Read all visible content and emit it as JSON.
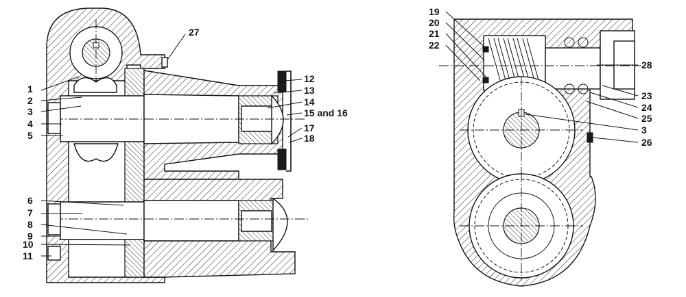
{
  "diagram": {
    "left_view": {
      "callouts": [
        "1",
        "2",
        "3",
        "4",
        "5",
        "6",
        "7",
        "8",
        "9",
        "10",
        "11",
        "12",
        "13",
        "14",
        "15 and 16",
        "17",
        "18",
        "27"
      ]
    },
    "right_view": {
      "callouts": [
        "19",
        "20",
        "21",
        "22",
        "28",
        "23",
        "24",
        "25",
        "3",
        "26"
      ]
    }
  }
}
